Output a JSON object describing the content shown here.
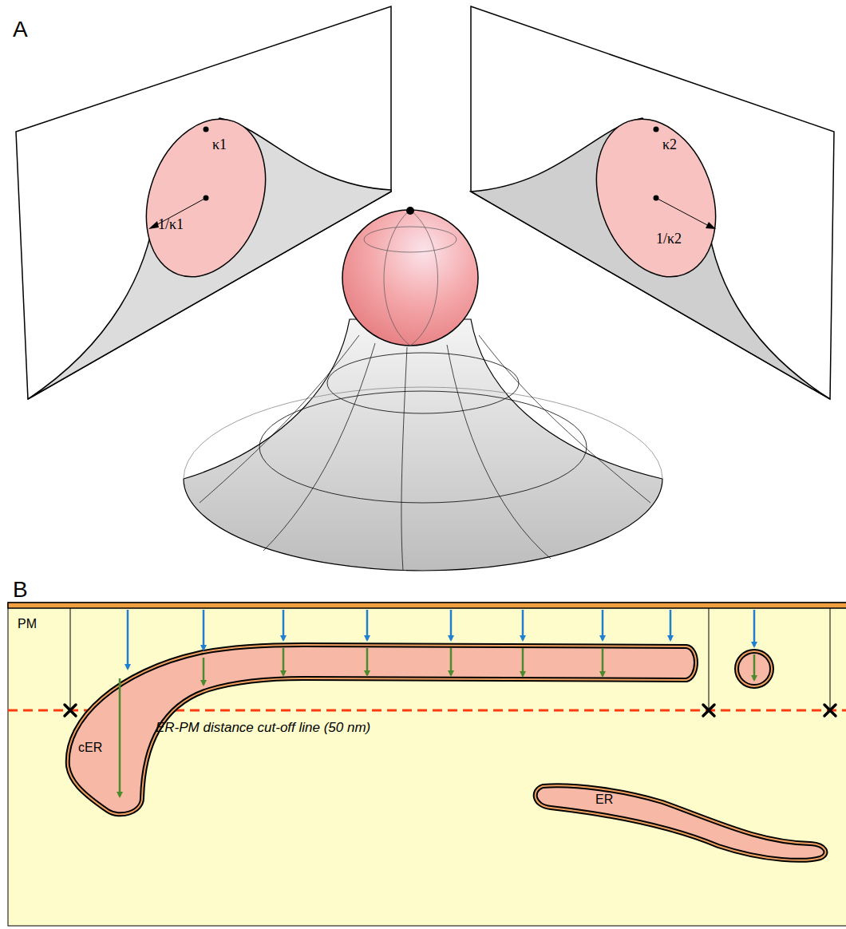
{
  "diagram": {
    "nodes": [
      {
        "text": [
          "cER"
        ]
      },
      {
        "text": [
          "ER"
        ]
      }
    ],
    "labels": [
      "A",
      "κ1",
      "1/κ1",
      "κ2",
      "1/κ2",
      "B",
      "PM",
      "ER-PM distance cut-off line (50 nm)"
    ]
  }
}
